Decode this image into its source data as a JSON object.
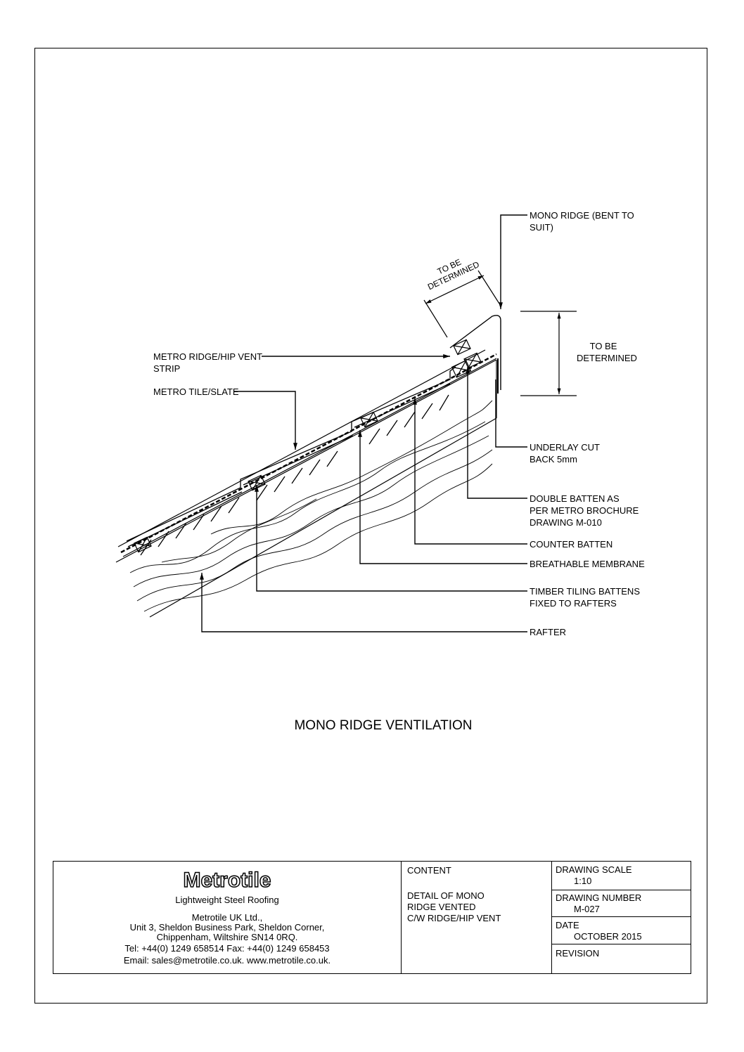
{
  "drawing": {
    "title": "MONO RIDGE VENTILATION",
    "dimensions": {
      "slope_dim": [
        "TO BE",
        "DETERMINED"
      ],
      "vertical_dim": [
        "TO BE",
        "DETERMINED"
      ]
    },
    "labels": {
      "mono_ridge": [
        "MONO RIDGE (BENT TO",
        "SUIT)"
      ],
      "ridge_vent": [
        "METRO RIDGE/HIP VENT",
        "STRIP"
      ],
      "tile_slate": "METRO TILE/SLATE",
      "underlay": [
        "UNDERLAY CUT",
        "BACK 5mm"
      ],
      "double_batten": [
        "DOUBLE BATTEN AS",
        "PER METRO BROCHURE",
        "DRAWING M-010"
      ],
      "counter_batten": "COUNTER BATTEN",
      "membrane": "BREATHABLE MEMBRANE",
      "tiling_battens": [
        "TIMBER TILING BATTENS",
        "FIXED TO RAFTERS"
      ],
      "rafter": "RAFTER"
    }
  },
  "title_block": {
    "logo": "Metrotile",
    "tagline": "Lightweight Steel Roofing",
    "address": [
      "Metrotile UK Ltd.,",
      "Unit 3, Sheldon Business Park, Sheldon Corner,",
      "Chippenham, Wiltshire SN14 0RQ."
    ],
    "phone": "Tel: +44(0) 1249 658514   Fax: +44(0) 1249 658453",
    "email": "Email: sales@metrotile.co.uk.   www.metrotile.co.uk.",
    "content_label": "CONTENT",
    "content": [
      "DETAIL OF MONO",
      "RIDGE VENTED",
      "C/W RIDGE/HIP VENT"
    ],
    "scale_label": "DRAWING SCALE",
    "scale": "1:10",
    "number_label": "DRAWING NUMBER",
    "number": "M-027",
    "date_label": "DATE",
    "date": "OCTOBER 2015",
    "revision_label": "REVISION"
  }
}
